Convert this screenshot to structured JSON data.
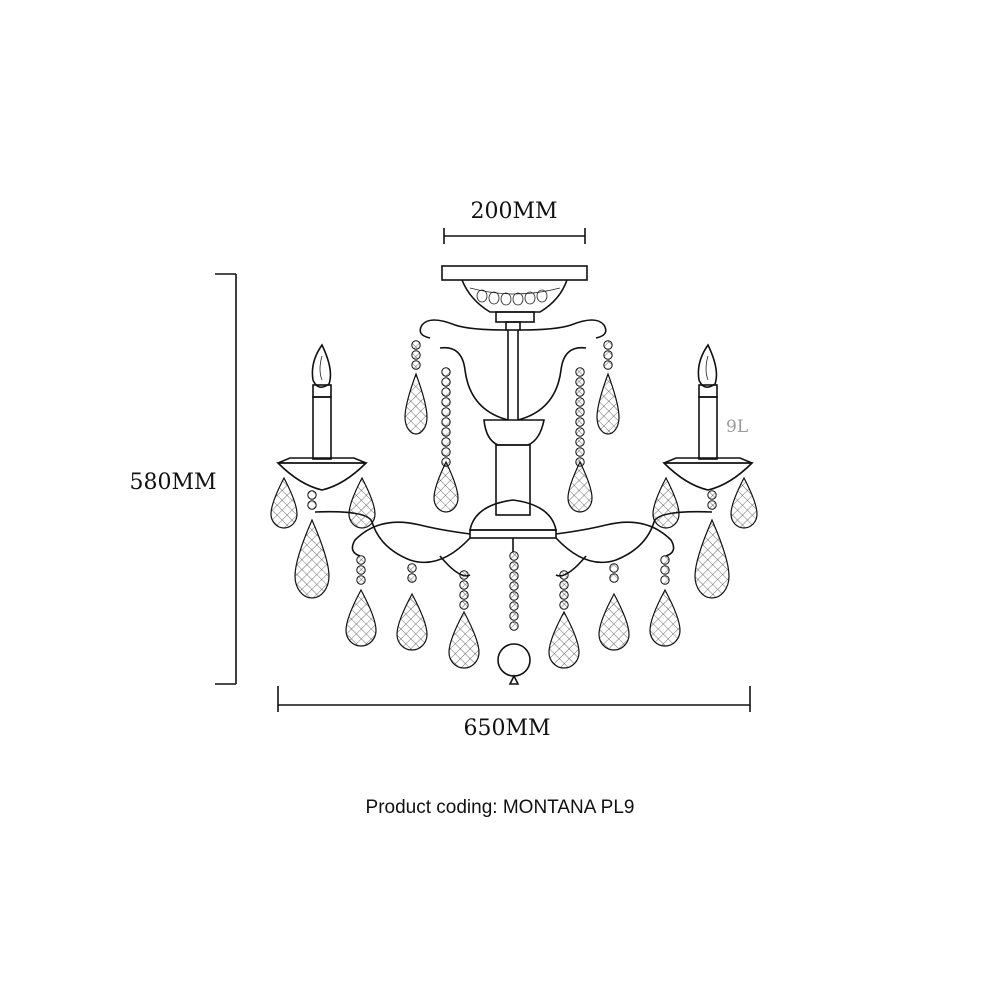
{
  "dimensions": {
    "top_width": "200MM",
    "height": "580MM",
    "width": "650MM"
  },
  "lamp_tag": "9L",
  "caption": "Product coding: MONTANA PL9",
  "colors": {
    "line": "#111111",
    "tag": "#9a9a9a",
    "background": "#ffffff"
  }
}
